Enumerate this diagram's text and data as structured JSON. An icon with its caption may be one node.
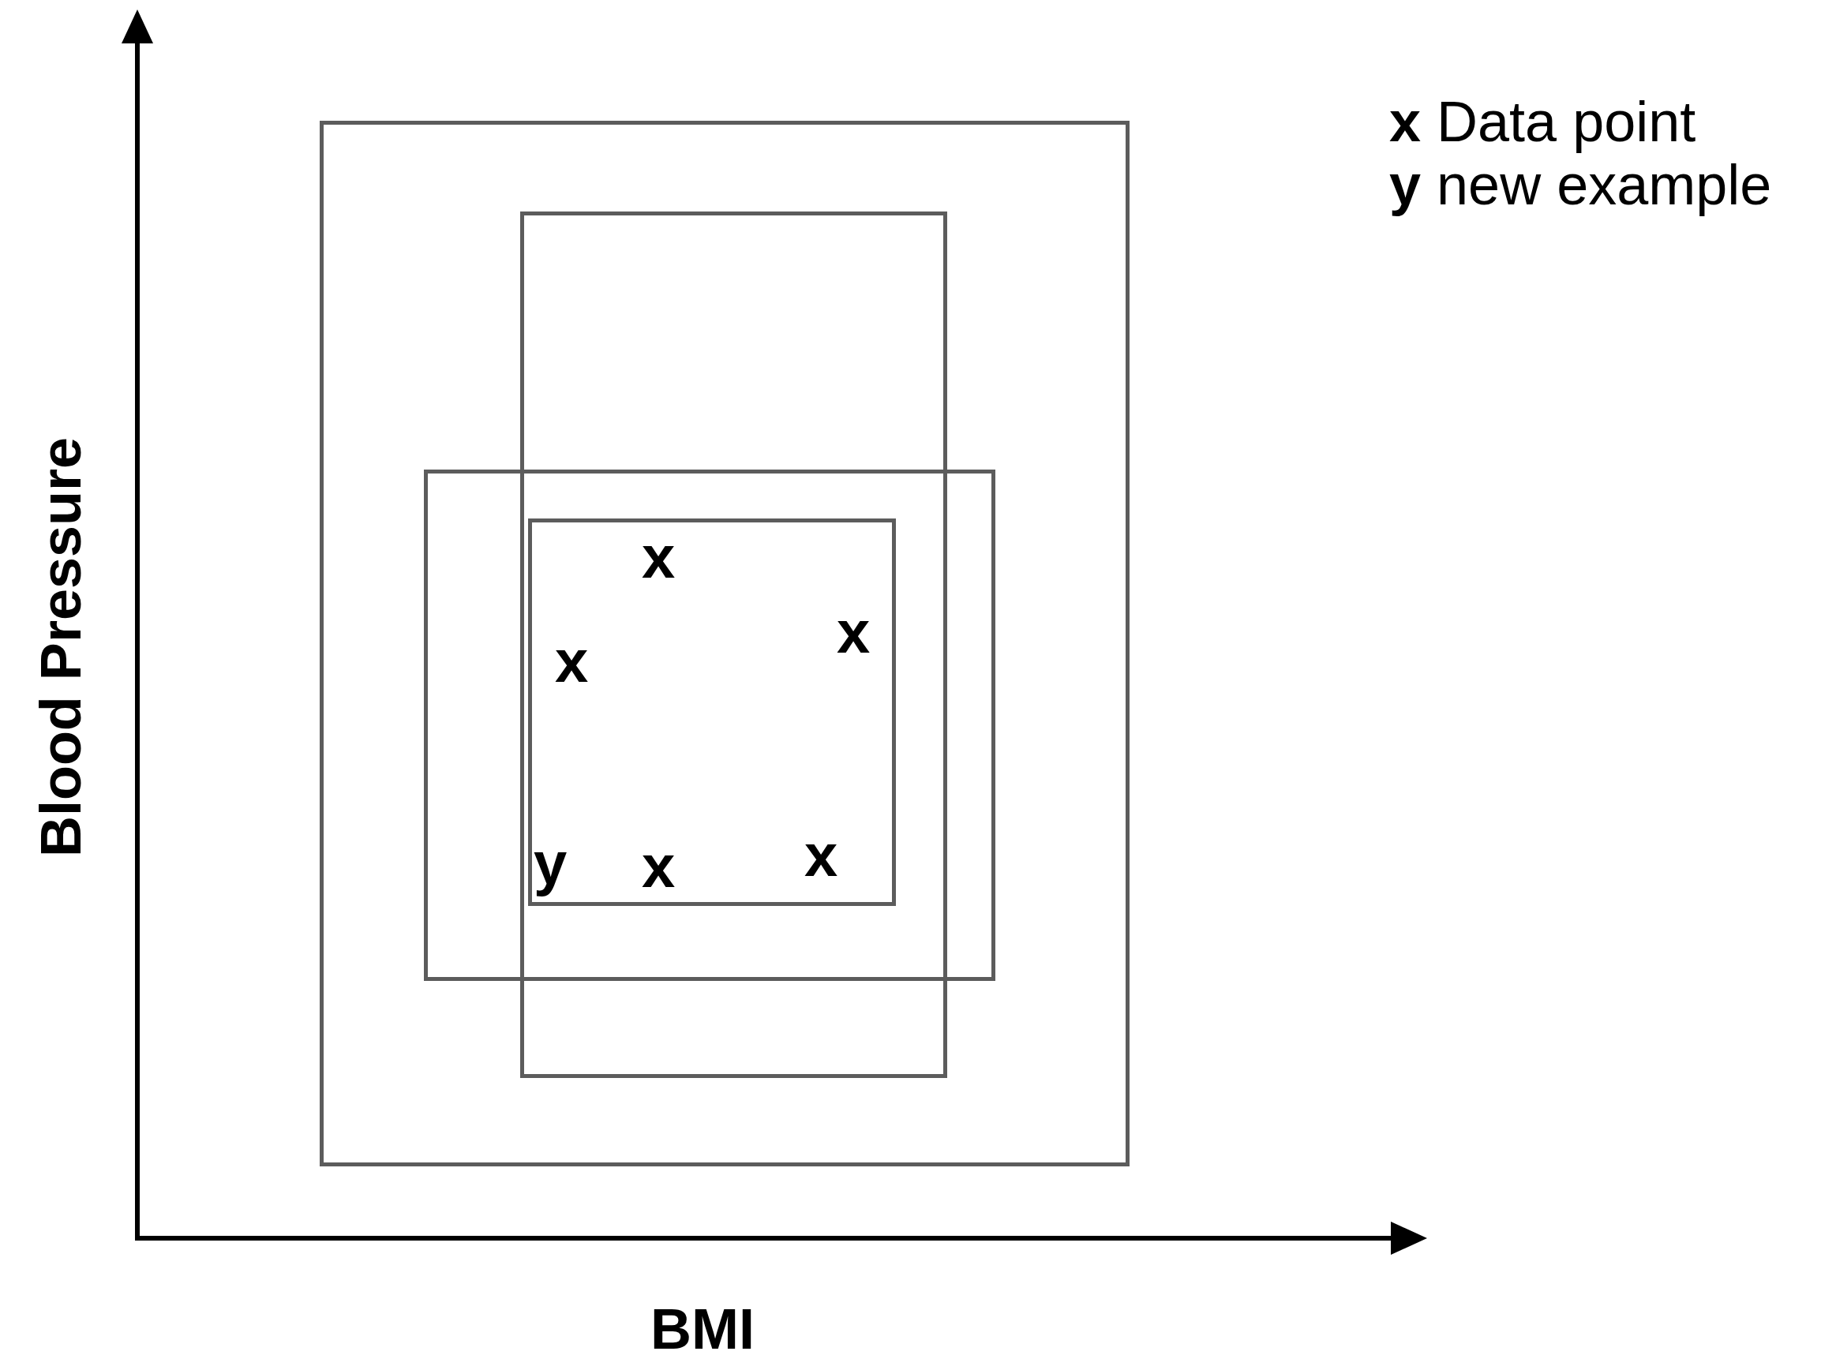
{
  "diagram": {
    "nodes": [
      {
        "text": [],
        "shape": "box"
      },
      {
        "text": [],
        "shape": "box",
        "in": 0
      },
      {
        "text": [],
        "shape": "box",
        "in": 0
      },
      {
        "text": [],
        "shape": "box"
      }
    ],
    "edges": [],
    "labels": [
      "Blood Pressure",
      "x",
      "x",
      "x",
      "y",
      "x",
      "x",
      "BMI"
    ],
    "legend": [
      {
        "text": "**x** Data point"
      },
      {
        "text": "**y** new example"
      }
    ]
  }
}
